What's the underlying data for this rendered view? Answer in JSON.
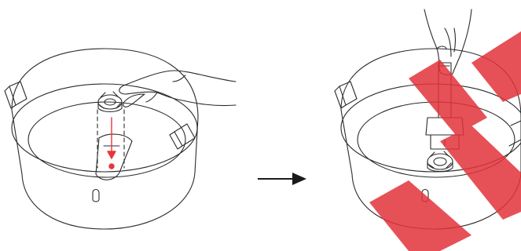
{
  "steps": [
    {
      "id": "step-1",
      "description": "hand-places-filter-cap-into-pot"
    },
    {
      "id": "step-2",
      "description": "hand-presses-cap-with-tool"
    }
  ],
  "connector": {
    "icon": "arrow-right-icon"
  },
  "colors": {
    "line": "#2b2b2b",
    "accent": "#e5383b",
    "watermark": "#e2333a",
    "background": "#ffffff"
  }
}
